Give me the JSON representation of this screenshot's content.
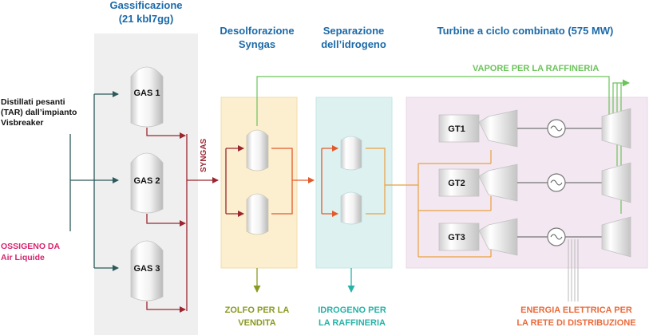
{
  "sections": {
    "gasification_title": "Gassificazione",
    "gasification_subtitle": "(21 kbl7gg)",
    "desulfurization_title_1": "Desolforazione",
    "desulfurization_title_2": "Syngas",
    "separation_title_1": "Separazione",
    "separation_title_2": "dell’idrogeno",
    "turbines_title": "Turbine a ciclo combinato (575 MW)"
  },
  "inputs": {
    "tar_line_1": "Distillati pesanti",
    "tar_line_2": "(TAR) dall’impianto",
    "tar_line_3": "Visbreaker",
    "oxygen_line_1": "OSSIGENO DA",
    "oxygen_line_2": "Air Liquide"
  },
  "units": {
    "gasifiers": [
      "GAS 1",
      "GAS 2",
      "GAS 3"
    ],
    "turbines": [
      "GT1",
      "GT2",
      "GT3"
    ]
  },
  "flows": {
    "syngas": "SYNGAS",
    "steam": "VAPORE PER LA RAFFINERIA"
  },
  "outputs": {
    "sulfur_line_1": "ZOLFO PER LA",
    "sulfur_line_2": "VENDITA",
    "hydrogen_line_1": "IDROGENO PER",
    "hydrogen_line_2": "LA RAFFINERIA",
    "power_line_1": "ENERGIA ELETTRICA PER",
    "power_line_2": "LA RETE DI DISTRIBUZIONE"
  },
  "colors": {
    "gasification_panel": "#efefef",
    "desulfurization_panel": "#fbefcf",
    "separation_panel": "#def1f1",
    "turbines_panel": "#f3e8f1",
    "title_blue": "#1c6aa8",
    "syngas_red": "#9c2630",
    "feed_teal": "#2c5a5a",
    "steam_green": "#6cc35a",
    "desulfurization_arrow": "#e25a2c",
    "separation_arrow": "#e8a040",
    "sulfur_olive": "#8a9a20",
    "hydrogen_teal": "#26b3a8",
    "power_orange": "#ea6a3a",
    "oxygen_pink": "#d6246e"
  }
}
